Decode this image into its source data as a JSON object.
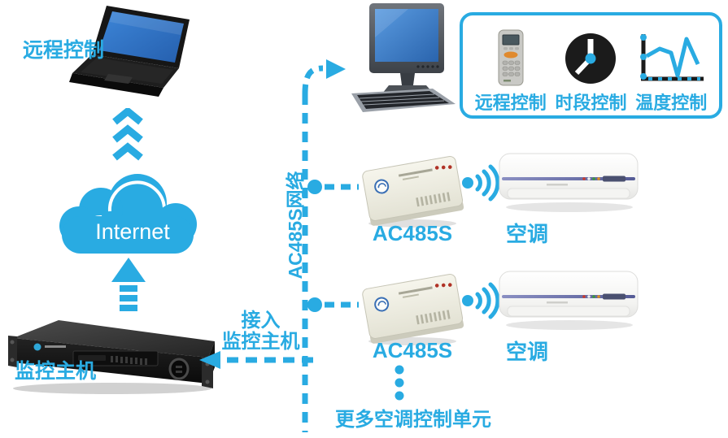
{
  "colors": {
    "accent": "#29ABE2",
    "cloud_text": "#ffffff",
    "laptop_screen": "#2f77cf",
    "monitor_screen": "#3a7cc4",
    "ac_stripe": "#5f659f"
  },
  "remote_pc": {
    "label": "远程控制"
  },
  "cloud": {
    "label": "Internet"
  },
  "server": {
    "label": "监控主机"
  },
  "network_line": {
    "label": "AC485S网络"
  },
  "access_label": {
    "line1": "接入",
    "line2": "监控主机"
  },
  "feature_box": {
    "items": [
      {
        "icon": "remote-control-icon",
        "label": "远程控制"
      },
      {
        "icon": "clock-icon",
        "label": "时段控制"
      },
      {
        "icon": "temperature-chart-icon",
        "label": "温度控制"
      }
    ]
  },
  "branches": [
    {
      "controller_label": "AC485S",
      "ac_label": "空调"
    },
    {
      "controller_label": "AC485S",
      "ac_label": "空调"
    }
  ],
  "more_units_label": "更多空调控制单元"
}
